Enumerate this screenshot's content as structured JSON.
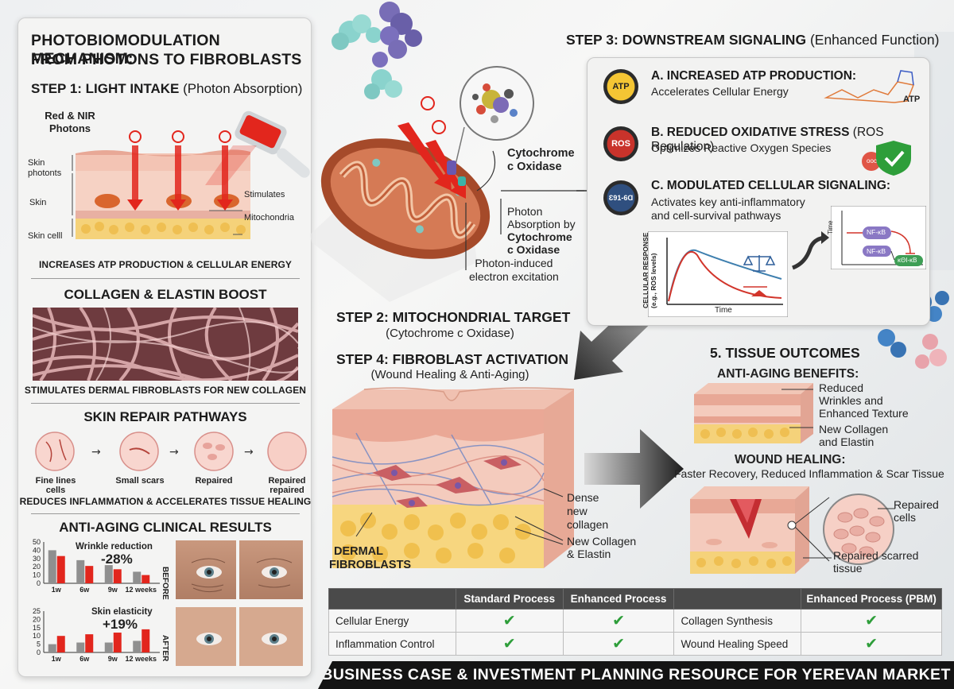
{
  "left": {
    "title_line1": "PHOTOBIOMODULATION MECHANISM:",
    "title_line2": "FROM PHOTONS TO FIBROBLASTS",
    "step1_title": "STEP 1: LIGHT INTAKE",
    "step1_sub": "(Photon Absorption)",
    "photons_label_line1": "Red & NIR",
    "photons_label_line2": "Photons",
    "skin_photons_line1": "Skin",
    "skin_photons_line2": "photonts",
    "skin_label": "Skin",
    "skin_cell_label": "Skin celll",
    "stimulates_label": "Stimulates",
    "mitochondria_label": "Mitochondria",
    "atp_caption": "INCREASES ATP PRODUCTION & CELLULAR ENERGY",
    "collagen_title": "COLLAGEN & ELASTIN BOOST",
    "collagen_caption": "STIMULATES DERMAL FIBROBLASTS FOR NEW COLLAGEN",
    "repair_title": "SKIN REPAIR PATHWAYS",
    "repair_stages": [
      {
        "label_line1": "Fine lines",
        "label_line2": "cells"
      },
      {
        "label_line1": "Small scars",
        "label_line2": ""
      },
      {
        "label_line1": "Repaired",
        "label_line2": ""
      },
      {
        "label_line1": "Repaired",
        "label_line2": "repaired"
      }
    ],
    "repair_caption": "REDUCES INFLAMMATION & ACCELERATES TISSUE HEALING",
    "clinical_title": "ANTI-AGING CLINICAL RESULTS",
    "before_label": "BEFORE",
    "after_label": "AFTER"
  },
  "chart_data": [
    {
      "type": "bar",
      "title": "Wrinkle reduction",
      "annotation": "-28%",
      "categories": [
        "1w",
        "6w",
        "9w",
        "12 weeks"
      ],
      "series": [
        {
          "values": [
            40,
            28,
            22,
            14
          ]
        },
        {
          "values": [
            33,
            21,
            17,
            10
          ]
        }
      ],
      "yticks": [
        0,
        10,
        20,
        30,
        40,
        50
      ],
      "ylim": [
        0,
        50
      ],
      "colors": [
        "#8f8f8f",
        "#e2261d"
      ]
    },
    {
      "type": "bar",
      "title": "Skin elasticity",
      "annotation": "+19%",
      "categories": [
        "1w",
        "6w",
        "9w",
        "12 weeks"
      ],
      "series": [
        {
          "values": [
            5,
            6,
            6,
            7
          ]
        },
        {
          "values": [
            10,
            11,
            12,
            14
          ]
        }
      ],
      "yticks": [
        0,
        5,
        10,
        15,
        20,
        25
      ],
      "ylim": [
        0,
        25
      ],
      "colors": [
        "#8f8f8f",
        "#e2261d"
      ]
    }
  ],
  "center": {
    "cyto_label_line1": "Cytochrome",
    "cyto_label_line2": "c Oxidase",
    "photon_abs_line1": "Photon",
    "photon_abs_line2": "Absorption by",
    "photon_abs_line3": "Cytochrome",
    "photon_abs_line4": "c Oxidase",
    "excitation_line1": "Photon-induced",
    "excitation_line2": "electron excitation",
    "step2_title": "STEP 2: MITOCHONDRIAL TARGET",
    "step2_sub": "(Cytochrome c Oxidase)",
    "step4_title": "STEP 4: FIBROBLAST ACTIVATION",
    "step4_sub": "(Wound Healing & Anti-Aging)",
    "dense_line1": "Dense",
    "dense_line2": "new",
    "dense_line3": "collagen",
    "new_collagen_line1": "New Collagen",
    "new_collagen_line2": "& Elastin",
    "fibroblasts_line1": "DERMAL",
    "fibroblasts_line2": "FIBROBLASTS"
  },
  "step3": {
    "title": "STEP 3: DOWNSTREAM SIGNALING",
    "title_sub": "(Enhanced Function)",
    "a_title": "A. INCREASED ATP PRODUCTION:",
    "a_desc": "Accelerates Cellular Energy",
    "a_badge": "ATP",
    "a_mol": "ATP",
    "b_title": "B. REDUCED OXIDATIVE STRESS",
    "b_title_sub": "(ROS Regulation)",
    "b_desc": "Optimizes Reactive Oxygen Species",
    "b_badge": "ROS",
    "b_small": "ooc",
    "c_title": "C. MODULATED CELLULAR SIGNALING:",
    "c_desc_line1": "Activates key anti-inflammatory",
    "c_desc_line2": "and cell-survival pathways",
    "c_badge": "Ɛ91-6Ɑ",
    "graph_ylabel": "CELLULAR RESPONSE (e.g., ROS levels)",
    "graph_xlabel": "Time",
    "path_ylabel": "Time",
    "nfkb_1": "NF-ĸB",
    "nfkb_2": "NF-ĸB",
    "nfkb_3": "ĸΘI-ĸB"
  },
  "outcomes": {
    "title": "5. TISSUE OUTCOMES",
    "anti_aging_title": "ANTI-AGING BENEFITS:",
    "reduced_line1": "Reduced",
    "reduced_line2": "Wrinkles and",
    "reduced_line3": "Enhanced Texture",
    "new_col_line1": "New Collagen",
    "new_col_line2": "and Elastin",
    "wound_title": "WOUND HEALING:",
    "wound_desc": "Faster Recovery, Reduced Inflammation & Scar Tissue",
    "repaired_cells_line1": "Repaired",
    "repaired_cells_line2": "cells",
    "scarred_line1": "Repaired scarred",
    "scarred_line2": "tissue"
  },
  "table": {
    "headers": [
      "",
      "Standard Process",
      "Enhanced Process",
      "",
      "Enhanced Process (PBM)"
    ],
    "rows": [
      {
        "label1": "Cellular Energy",
        "c1": "✔",
        "c2": "✔",
        "label2": "Collagen Synthesis",
        "c3": "✔"
      },
      {
        "label1": "Inflammation Control",
        "c1": "✔",
        "c2": "✔",
        "label2": "Wound Healing Speed",
        "c3": "✔"
      }
    ]
  },
  "footer": "BUSINESS CASE & INVESTMENT PLANNING RESOURCE FOR YEREVAN MARKET",
  "colors": {
    "accent_red": "#e2261d",
    "check_green": "#2e9e3a",
    "dark": "#141414"
  }
}
